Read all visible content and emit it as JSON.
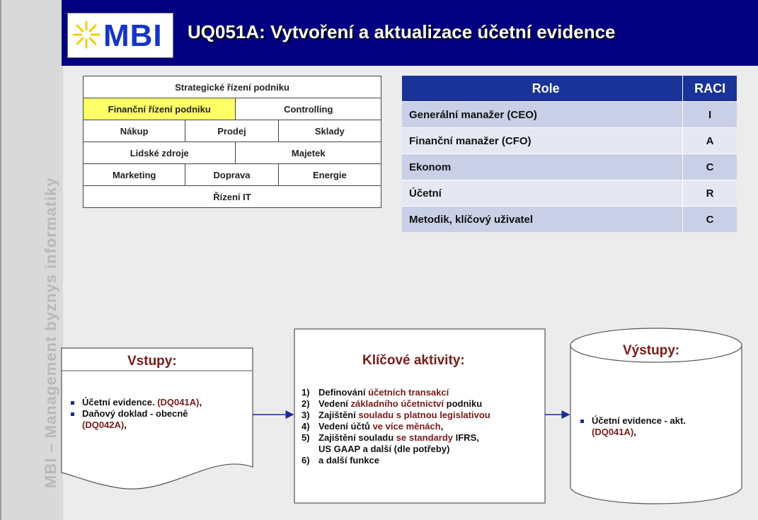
{
  "sidebar": {
    "text": "MBI – Management byznys informatiky"
  },
  "header": {
    "logo_text": "MBI",
    "title": "UQ051A: Vytvoření a aktualizace účetní evidence"
  },
  "process_map": {
    "rows": [
      [
        "Strategické řízení podniku"
      ],
      [
        "Finanční řízení podniku",
        "Controlling"
      ],
      [
        "Nákup",
        "Prodej",
        "Sklady"
      ],
      [
        "Lidské zdroje",
        "Majetek"
      ],
      [
        "Marketing",
        "Doprava",
        "Energie"
      ],
      [
        "Řízení IT"
      ]
    ],
    "highlighted": "Finanční řízení podniku",
    "highlight_color": "#ffff66"
  },
  "raci": {
    "headers": {
      "role": "Role",
      "raci": "RACI"
    },
    "rows": [
      {
        "role": "Generální manažer (CEO)",
        "raci": "I"
      },
      {
        "role": "Finanční manažer (CFO)",
        "raci": "A"
      },
      {
        "role": "Ekonom",
        "raci": "C"
      },
      {
        "role": "Účetní",
        "raci": "R"
      },
      {
        "role": "Metodik, klíčový uživatel",
        "raci": "C"
      }
    ],
    "header_color": "#1a3399"
  },
  "inputs": {
    "title": "Vstupy:",
    "items": [
      {
        "text": "Účetní evidence. ",
        "ref": "(DQ041A)",
        "suffix": ","
      },
      {
        "text": "Daňový  doklad - obecně ",
        "ref": "(DQ042A)",
        "suffix": ","
      }
    ]
  },
  "activities": {
    "title": "Klíčové aktivity:",
    "items": [
      {
        "num": "1)",
        "parts": [
          [
            "Definování ",
            0
          ],
          [
            "účetních transakcí",
            1
          ]
        ]
      },
      {
        "num": "2)",
        "parts": [
          [
            "Vedení ",
            0
          ],
          [
            "základního účetnictví ",
            1
          ],
          [
            "podniku",
            0
          ]
        ]
      },
      {
        "num": "3)",
        "parts": [
          [
            "Zajištění ",
            0
          ],
          [
            "souladu s platnou legislativou",
            1
          ]
        ]
      },
      {
        "num": "4)",
        "parts": [
          [
            "Vedení účtů ",
            0
          ],
          [
            "ve více měnách",
            1
          ],
          [
            ",",
            0
          ]
        ]
      },
      {
        "num": "5)",
        "parts": [
          [
            "Zajištění souladu ",
            0
          ],
          [
            "se standardy ",
            1
          ],
          [
            "IFRS,",
            0
          ]
        ]
      },
      {
        "num": "",
        "parts": [
          [
            "US GAAP  a další (dle potřeby)",
            0
          ]
        ]
      },
      {
        "num": "6)",
        "parts": [
          [
            "a další funkce",
            0
          ]
        ]
      }
    ]
  },
  "outputs": {
    "title": "Výstupy:",
    "items": [
      {
        "text": "Účetní evidence  - akt. ",
        "ref": "(DQ041A)",
        "suffix": ","
      }
    ]
  },
  "colors": {
    "header_bg": "#020080",
    "accent_red": "#7a1a1a",
    "arrow": "#1a2a99"
  }
}
